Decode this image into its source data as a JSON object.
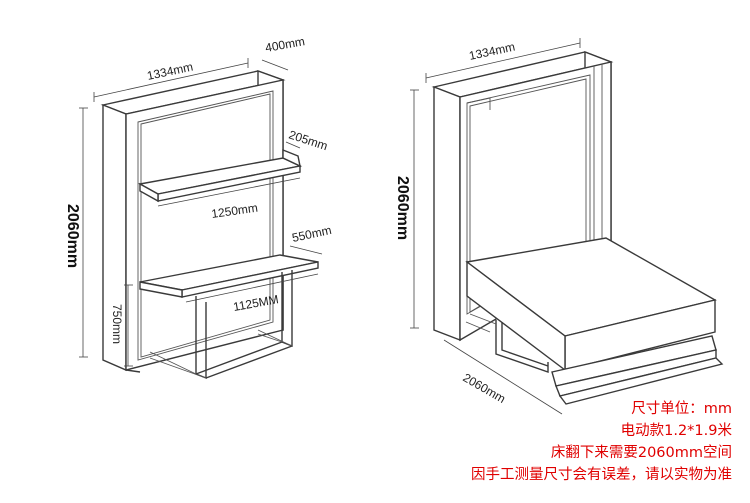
{
  "left_view": {
    "width_label": "1334mm",
    "depth_label": "400mm",
    "height_label": "2060mm",
    "shelf_depth_label": "205mm",
    "shelf_width_label": "1250mm",
    "desk_depth_label": "550mm",
    "desk_width_label": "1125MM",
    "desk_height_label": "750mm"
  },
  "right_view": {
    "width_label": "1334mm",
    "height_label": "2060mm",
    "length_label": "2060mm"
  },
  "notes": {
    "unit": "尺寸单位：mm",
    "model": "电动款1.2*1.9米",
    "space": "床翻下来需要2060mm空间",
    "disclaimer": "因手工测量尺寸会有误差，请以实物为准"
  }
}
